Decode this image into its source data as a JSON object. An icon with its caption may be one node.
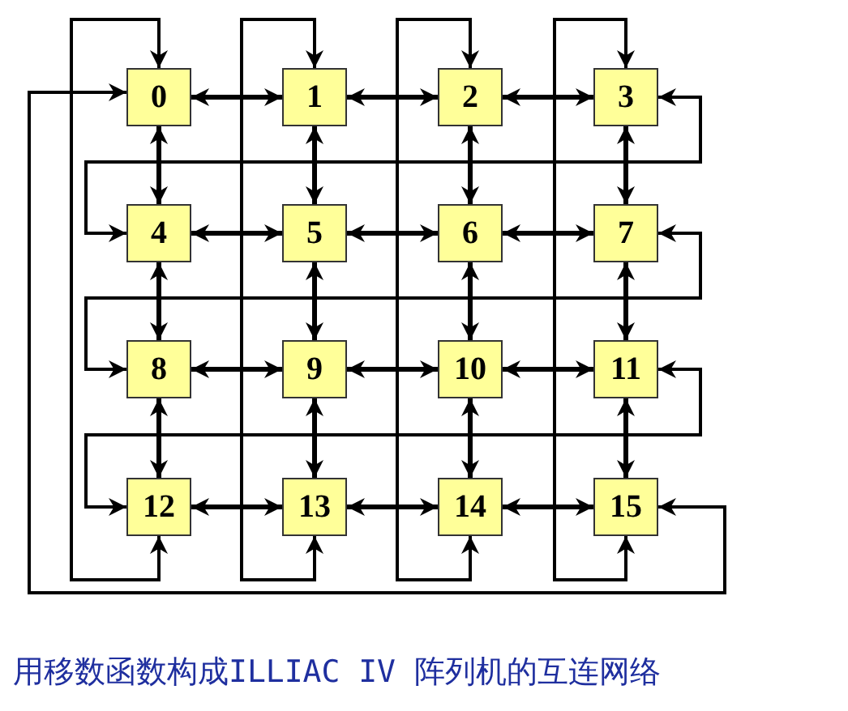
{
  "diagram": {
    "caption": "用移数函数构成ILLIAC IV 阵列机的互连网络",
    "nodes": [
      {
        "text": [
          "0"
        ]
      },
      {
        "text": [
          "1"
        ]
      },
      {
        "text": [
          "2"
        ]
      },
      {
        "text": [
          "3"
        ]
      },
      {
        "text": [
          "4"
        ]
      },
      {
        "text": [
          "5"
        ]
      },
      {
        "text": [
          "6"
        ]
      },
      {
        "text": [
          "7"
        ]
      },
      {
        "text": [
          "8"
        ]
      },
      {
        "text": [
          "9"
        ]
      },
      {
        "text": [
          "10"
        ]
      },
      {
        "text": [
          "11"
        ]
      },
      {
        "text": [
          "12"
        ]
      },
      {
        "text": [
          "13"
        ]
      },
      {
        "text": [
          "14"
        ]
      },
      {
        "text": [
          "15"
        ]
      }
    ],
    "edges": [
      {
        "from": 0,
        "to": 1,
        "arrow": "both"
      },
      {
        "from": 1,
        "to": 2,
        "arrow": "both"
      },
      {
        "from": 2,
        "to": 3,
        "arrow": "both"
      },
      {
        "from": 4,
        "to": 5,
        "arrow": "both"
      },
      {
        "from": 5,
        "to": 6,
        "arrow": "both"
      },
      {
        "from": 6,
        "to": 7,
        "arrow": "both"
      },
      {
        "from": 8,
        "to": 9,
        "arrow": "both"
      },
      {
        "from": 9,
        "to": 10,
        "arrow": "both"
      },
      {
        "from": 10,
        "to": 11,
        "arrow": "both"
      },
      {
        "from": 12,
        "to": 13,
        "arrow": "both"
      },
      {
        "from": 13,
        "to": 14,
        "arrow": "both"
      },
      {
        "from": 14,
        "to": 15,
        "arrow": "both"
      },
      {
        "from": 0,
        "to": 4,
        "arrow": "both"
      },
      {
        "from": 4,
        "to": 8,
        "arrow": "both"
      },
      {
        "from": 8,
        "to": 12,
        "arrow": "both"
      },
      {
        "from": 1,
        "to": 5,
        "arrow": "both"
      },
      {
        "from": 5,
        "to": 9,
        "arrow": "both"
      },
      {
        "from": 9,
        "to": 13,
        "arrow": "both"
      },
      {
        "from": 2,
        "to": 6,
        "arrow": "both"
      },
      {
        "from": 6,
        "to": 10,
        "arrow": "both"
      },
      {
        "from": 10,
        "to": 14,
        "arrow": "both"
      },
      {
        "from": 3,
        "to": 7,
        "arrow": "both"
      },
      {
        "from": 7,
        "to": 11,
        "arrow": "both"
      },
      {
        "from": 11,
        "to": 15,
        "arrow": "both"
      },
      {
        "from": 0,
        "to": 12,
        "arrow": "both"
      },
      {
        "from": 1,
        "to": 13,
        "arrow": "both"
      },
      {
        "from": 2,
        "to": 14,
        "arrow": "both"
      },
      {
        "from": 3,
        "to": 15,
        "arrow": "both"
      },
      {
        "from": 3,
        "to": 4,
        "arrow": "both"
      },
      {
        "from": 7,
        "to": 8,
        "arrow": "both"
      },
      {
        "from": 11,
        "to": 12,
        "arrow": "both"
      },
      {
        "from": 15,
        "to": 0,
        "arrow": "both"
      }
    ]
  }
}
